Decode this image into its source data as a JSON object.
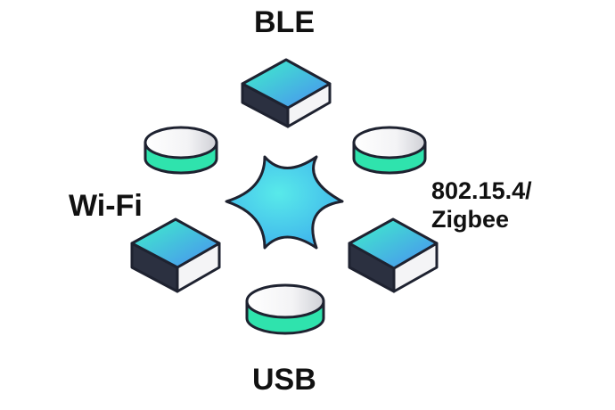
{
  "labels": {
    "ble": "BLE",
    "wifi": "Wi-Fi",
    "zigbee_line1": "802.15.4/",
    "zigbee_line2": "Zigbee",
    "usb": "USB"
  },
  "colors": {
    "outline": "#1e2230",
    "top_gradient_start": "#3ff2c9",
    "top_gradient_end": "#4a8df2",
    "cylinder_side": "#2fe3ad",
    "box_dark_side": "#2b3040",
    "box_light_side": "#f4f4f6",
    "star_center": "#4fe0e9",
    "star_edge": "#3fb8ea"
  },
  "icons": {
    "center": "star-hub-icon",
    "ble": "cube-icon",
    "wifi": "cube-icon",
    "zigbee": "cube-icon",
    "top_left": "cylinder-icon",
    "top_right": "cylinder-icon",
    "usb": "cylinder-icon"
  }
}
